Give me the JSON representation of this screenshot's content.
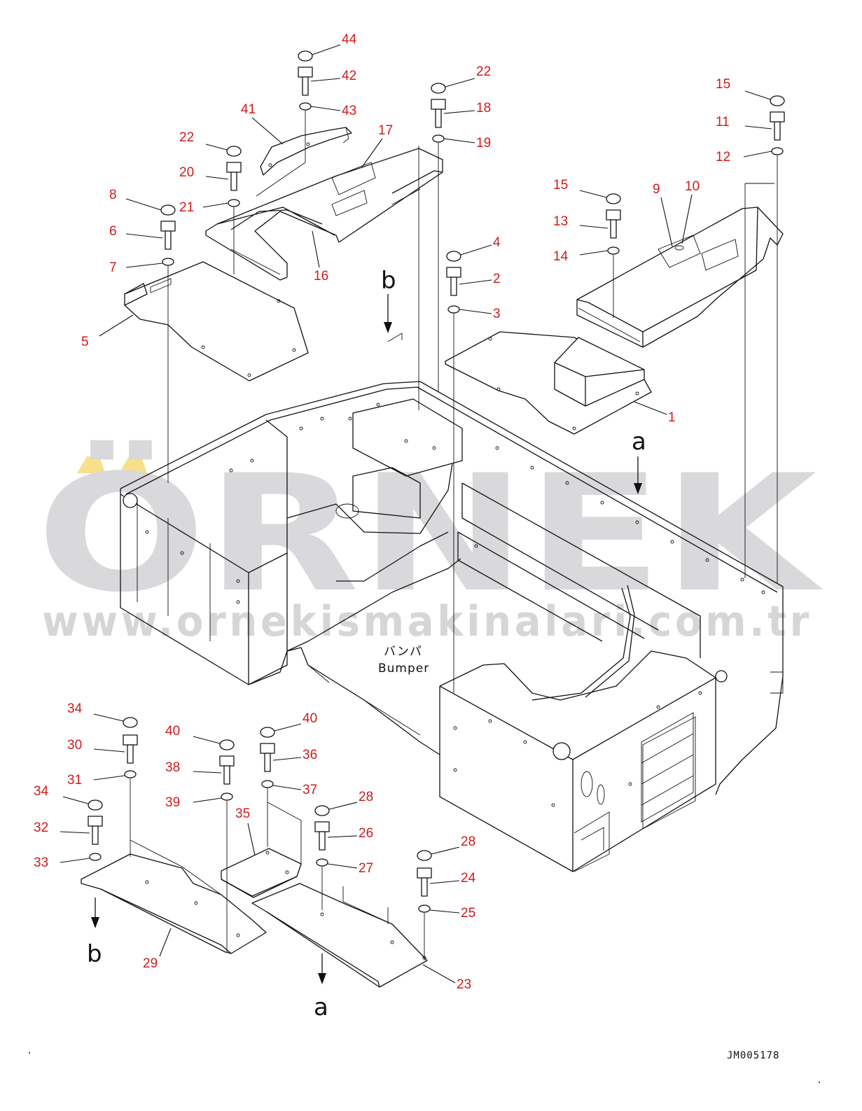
{
  "watermark": {
    "brand": "ÖRNEK",
    "url": "www.ornekismakinalari.com.tr"
  },
  "annotations": {
    "bumper_jp": "バンパ",
    "bumper_en": "Bumper",
    "view_a": "a",
    "view_b": "b",
    "drawing_code": "JM005178"
  },
  "colors": {
    "callout": "#d11a1a",
    "lines": "#111111",
    "watermark": "#d9d9dc",
    "watermark_accent": "#f8e08a"
  },
  "callouts": [
    {
      "id": "c44",
      "text": "44"
    },
    {
      "id": "c42",
      "text": "42"
    },
    {
      "id": "c43",
      "text": "43"
    },
    {
      "id": "c41",
      "text": "41"
    },
    {
      "id": "c17",
      "text": "17"
    },
    {
      "id": "c22a",
      "text": "22"
    },
    {
      "id": "c20",
      "text": "20"
    },
    {
      "id": "c21",
      "text": "21"
    },
    {
      "id": "c8",
      "text": "8"
    },
    {
      "id": "c6",
      "text": "6"
    },
    {
      "id": "c7",
      "text": "7"
    },
    {
      "id": "c5",
      "text": "5"
    },
    {
      "id": "c16",
      "text": "16"
    },
    {
      "id": "c22b",
      "text": "22"
    },
    {
      "id": "c18",
      "text": "18"
    },
    {
      "id": "c19",
      "text": "19"
    },
    {
      "id": "c4",
      "text": "4"
    },
    {
      "id": "c2",
      "text": "2"
    },
    {
      "id": "c3",
      "text": "3"
    },
    {
      "id": "c1",
      "text": "1"
    },
    {
      "id": "c15a",
      "text": "15"
    },
    {
      "id": "c11",
      "text": "11"
    },
    {
      "id": "c12",
      "text": "12"
    },
    {
      "id": "c15b",
      "text": "15"
    },
    {
      "id": "c13",
      "text": "13"
    },
    {
      "id": "c14",
      "text": "14"
    },
    {
      "id": "c9",
      "text": "9"
    },
    {
      "id": "c10",
      "text": "10"
    },
    {
      "id": "c34a",
      "text": "34"
    },
    {
      "id": "c30",
      "text": "30"
    },
    {
      "id": "c31",
      "text": "31"
    },
    {
      "id": "c34b",
      "text": "34"
    },
    {
      "id": "c32",
      "text": "32"
    },
    {
      "id": "c33",
      "text": "33"
    },
    {
      "id": "c29",
      "text": "29"
    },
    {
      "id": "c40a",
      "text": "40"
    },
    {
      "id": "c38",
      "text": "38"
    },
    {
      "id": "c39",
      "text": "39"
    },
    {
      "id": "c40b",
      "text": "40"
    },
    {
      "id": "c36",
      "text": "36"
    },
    {
      "id": "c37",
      "text": "37"
    },
    {
      "id": "c35",
      "text": "35"
    },
    {
      "id": "c28a",
      "text": "28"
    },
    {
      "id": "c26",
      "text": "26"
    },
    {
      "id": "c27",
      "text": "27"
    },
    {
      "id": "c28b",
      "text": "28"
    },
    {
      "id": "c24",
      "text": "24"
    },
    {
      "id": "c25",
      "text": "25"
    },
    {
      "id": "c23",
      "text": "23"
    }
  ]
}
